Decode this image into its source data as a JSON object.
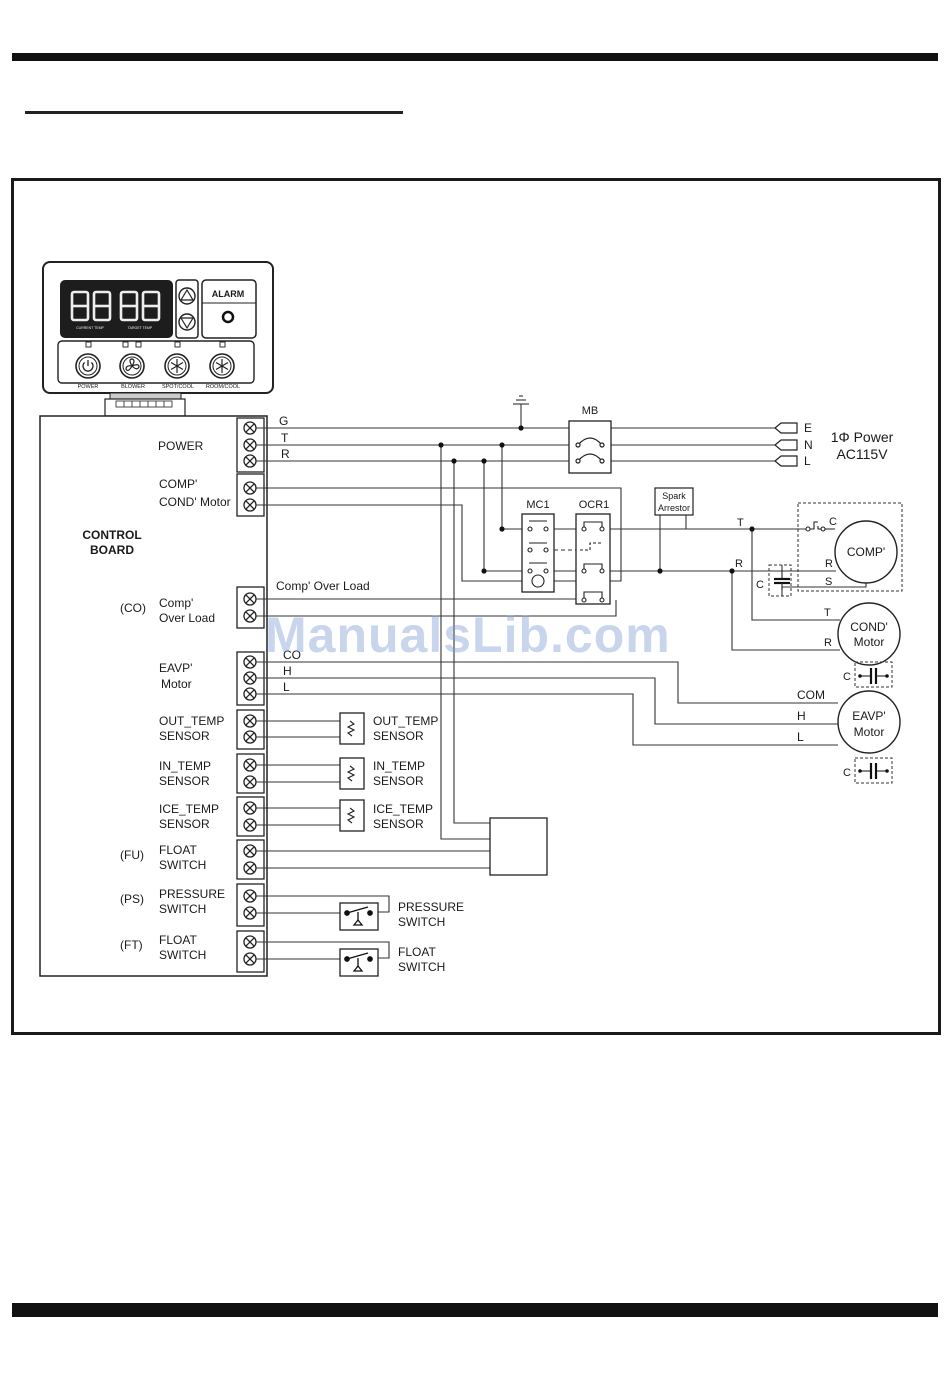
{
  "watermark": "ManualsLib.com",
  "panel": {
    "alarm_label": "ALARM",
    "current_temp": "CURRENT\nTEMP",
    "target_temp": "TARGET\nTEMP",
    "buttons": [
      "POWER",
      "BLOWER",
      "SPOT/COOL",
      "ROOM/COOL"
    ]
  },
  "control_board": {
    "title_line1": "CONTROL",
    "title_line2": "BOARD",
    "terminals": [
      {
        "code": "",
        "label1": "POWER",
        "label2": ""
      },
      {
        "code": "",
        "label1": "COMP'",
        "label2": "COND' Motor"
      },
      {
        "code": "(CO)",
        "label1": "Comp'",
        "label2": "Over Load"
      },
      {
        "code": "",
        "label1": "EAVP'",
        "label2": "Motor"
      },
      {
        "code": "",
        "label1": "OUT_TEMP",
        "label2": "SENSOR"
      },
      {
        "code": "",
        "label1": "IN_TEMP",
        "label2": "SENSOR"
      },
      {
        "code": "",
        "label1": "ICE_TEMP",
        "label2": "SENSOR"
      },
      {
        "code": "(FU)",
        "label1": "FLOAT",
        "label2": "SWITCH"
      },
      {
        "code": "(PS)",
        "label1": "PRESSURE",
        "label2": "SWITCH"
      },
      {
        "code": "(FT)",
        "label1": "FLOAT",
        "label2": "SWITCH"
      }
    ]
  },
  "wire_labels": {
    "g": "G",
    "t": "T",
    "r": "R",
    "comp_over_load": "Comp' Over Load",
    "co": "CO",
    "h": "H",
    "l": "L"
  },
  "components": {
    "mb": "MB",
    "mc1": "MC1",
    "ocr1": "OCR1",
    "spark_arrestor_1": "Spark",
    "spark_arrestor_2": "Arrestor",
    "power_e": "E",
    "power_n": "N",
    "power_l": "L",
    "power_1": "1Φ Power",
    "power_2": "AC115V",
    "comp": "COMP'",
    "comp_c": "C",
    "comp_r": "R",
    "comp_s": "S",
    "comp_t_line": "T",
    "comp_r_line": "R",
    "cap_c": "C",
    "cond_1": "COND'",
    "cond_2": "Motor",
    "cond_t": "T",
    "cond_r": "R",
    "cond_cap": "C",
    "eavp_1": "EAVP'",
    "eavp_2": "Motor",
    "eavp_com": "COM",
    "eavp_h": "H",
    "eavp_l": "L",
    "eavp_cap": "C"
  },
  "sensors": [
    {
      "label1": "OUT_TEMP",
      "label2": "SENSOR"
    },
    {
      "label1": "IN_TEMP",
      "label2": "SENSOR"
    },
    {
      "label1": "ICE_TEMP",
      "label2": "SENSOR"
    }
  ],
  "switches": [
    {
      "label1": "PRESSURE",
      "label2": "SWITCH"
    },
    {
      "label1": "FLOAT",
      "label2": "SWITCH"
    }
  ]
}
